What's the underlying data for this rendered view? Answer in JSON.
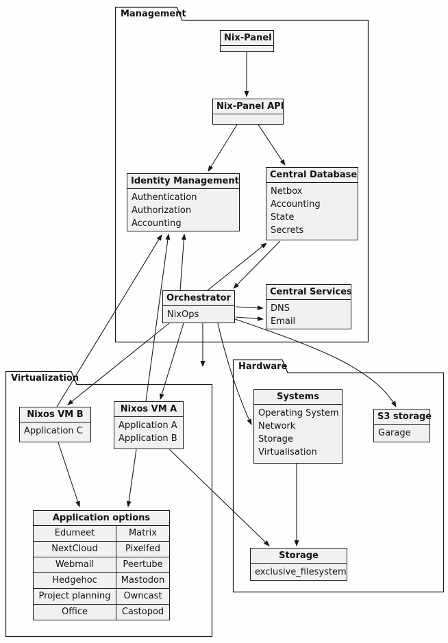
{
  "diagram": {
    "packages": [
      {
        "id": "management",
        "label": "Management"
      },
      {
        "id": "virtualization",
        "label": "Virtualization"
      },
      {
        "id": "hardware",
        "label": "Hardware"
      }
    ],
    "nodes": {
      "nix_panel": {
        "title": "Nix-Panel",
        "lines": []
      },
      "nix_panel_api": {
        "title": "Nix-Panel API",
        "lines": []
      },
      "identity_management": {
        "title": "Identity Management",
        "lines": [
          "Authentication",
          "Authorization",
          "Accounting"
        ]
      },
      "central_database": {
        "title": "Central Database",
        "lines": [
          "Netbox",
          "Accounting",
          "State",
          "Secrets"
        ]
      },
      "orchestrator": {
        "title": "Orchestrator",
        "lines": [
          "NixOps"
        ]
      },
      "central_services": {
        "title": "Central Services",
        "lines": [
          "DNS",
          "Email"
        ]
      },
      "nixos_vm_b": {
        "title": "Nixos VM B",
        "lines": [
          "Application C"
        ]
      },
      "nixos_vm_a": {
        "title": "Nixos VM A",
        "lines": [
          "Application A",
          "Application B"
        ]
      },
      "application_options": {
        "title": "Application options",
        "table": [
          [
            "Edumeet",
            "Matrix"
          ],
          [
            "NextCloud",
            "Pixelfed"
          ],
          [
            "Webmail",
            "Peertube"
          ],
          [
            "Hedgehoc",
            "Mastodon"
          ],
          [
            "Project planning",
            "Owncast"
          ],
          [
            "Office",
            "Castopod"
          ]
        ]
      },
      "systems": {
        "title": "Systems",
        "lines": [
          "Operating System",
          "Network",
          "Storage",
          "Virtualisation"
        ]
      },
      "s3_storage": {
        "title": "S3 storage",
        "lines": [
          "Garage"
        ]
      },
      "storage": {
        "title": "Storage",
        "lines": [
          "exclusive_filesystem"
        ]
      }
    },
    "edges": [
      {
        "from": "nix_panel",
        "to": "nix_panel_api"
      },
      {
        "from": "nix_panel_api",
        "to": "identity_management"
      },
      {
        "from": "nix_panel_api",
        "to": "central_database"
      },
      {
        "from": "orchestrator",
        "to": "identity_management"
      },
      {
        "from": "orchestrator",
        "to": "central_database"
      },
      {
        "from": "central_database",
        "to": "orchestrator"
      },
      {
        "from": "orchestrator",
        "to": "central_services_dns"
      },
      {
        "from": "orchestrator",
        "to": "central_services_email"
      },
      {
        "from": "orchestrator",
        "to": "nixos_vm_a"
      },
      {
        "from": "orchestrator",
        "to": "nixos_vm_b"
      },
      {
        "from": "nixos_vm_a",
        "to": "identity_management"
      },
      {
        "from": "nixos_vm_b",
        "to": "identity_management"
      },
      {
        "from": "orchestrator",
        "to": "s3_storage"
      },
      {
        "from": "orchestrator",
        "to": "systems"
      },
      {
        "from": "systems",
        "to": "storage"
      },
      {
        "from": "nixos_vm_a",
        "to": "storage"
      },
      {
        "from": "orchestrator",
        "to": "virtualization"
      },
      {
        "from": "nixos_vm_b",
        "to": "application_options"
      },
      {
        "from": "nixos_vm_a",
        "to": "application_options"
      }
    ],
    "colors": {
      "node_fill": "#f1f1f1",
      "border": "#181818",
      "background": "#fefefe"
    }
  }
}
